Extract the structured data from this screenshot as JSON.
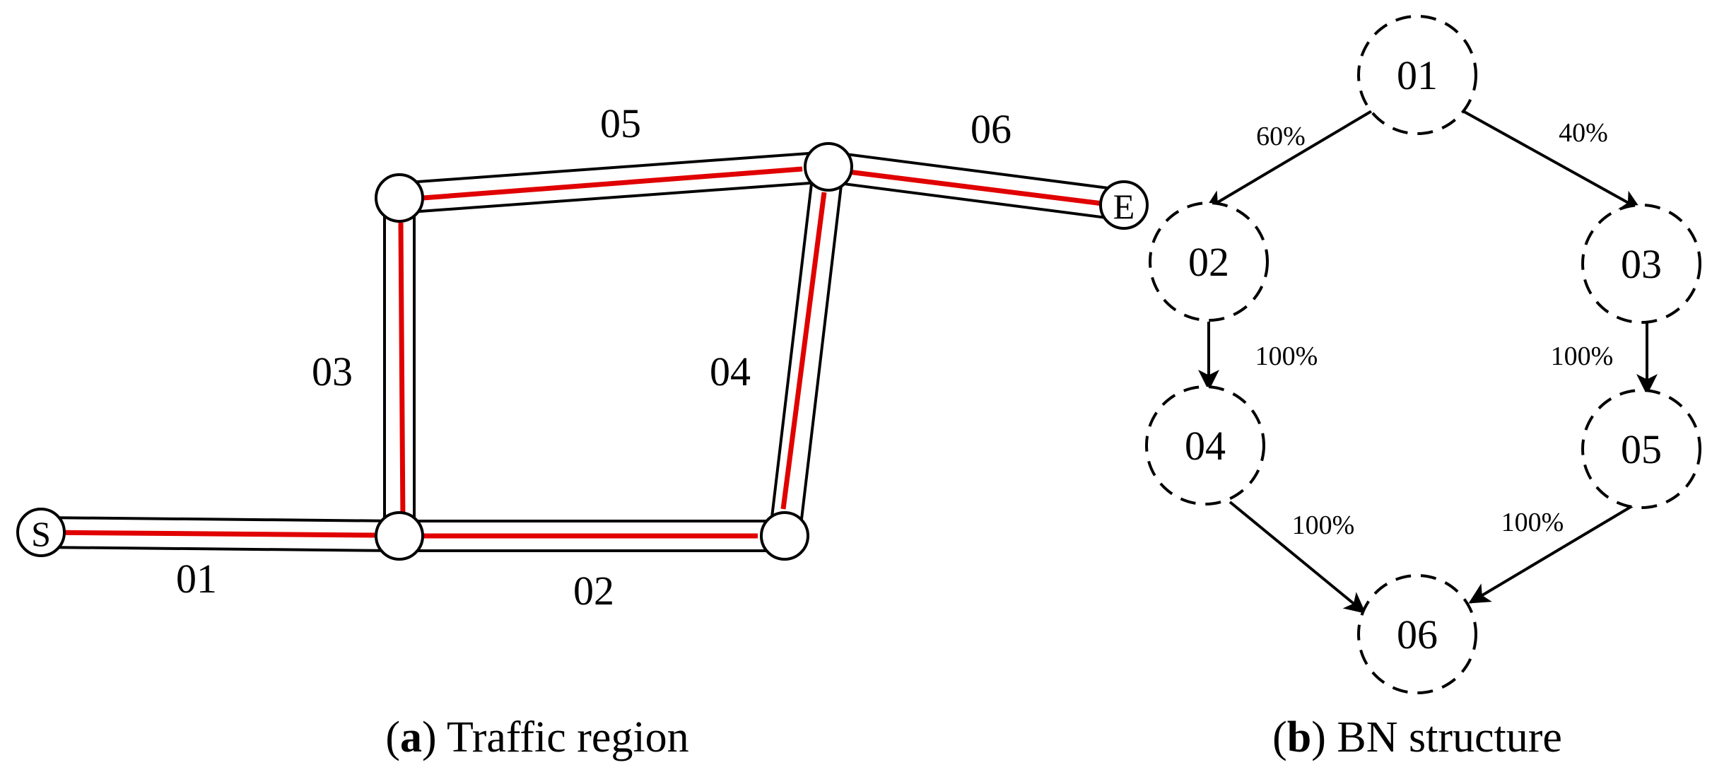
{
  "traffic_region": {
    "start_label": "S",
    "end_label": "E",
    "road_labels": {
      "r01": "01",
      "r02": "02",
      "r03": "03",
      "r04": "04",
      "r05": "05",
      "r06": "06"
    },
    "caption_letter": "a",
    "caption_text": "Traffic region",
    "colors": {
      "route": "#e00000",
      "road_outline": "#000000"
    }
  },
  "bn_structure": {
    "nodes": [
      "01",
      "02",
      "03",
      "04",
      "05",
      "06"
    ],
    "edges": [
      {
        "from": "01",
        "to": "02",
        "probability": "60%"
      },
      {
        "from": "01",
        "to": "03",
        "probability": "40%"
      },
      {
        "from": "02",
        "to": "04",
        "probability": "100%"
      },
      {
        "from": "03",
        "to": "05",
        "probability": "100%"
      },
      {
        "from": "04",
        "to": "06",
        "probability": "100%"
      },
      {
        "from": "05",
        "to": "06",
        "probability": "100%"
      }
    ],
    "caption_letter": "b",
    "caption_text": "BN structure"
  }
}
